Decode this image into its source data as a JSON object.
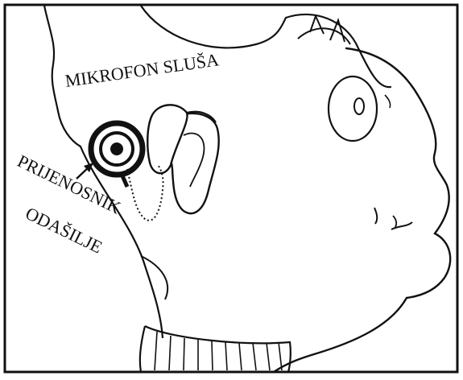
{
  "labels": {
    "microphone": "MIKROFON SLUŠA",
    "transmitter_line1": "PRIJENOSNIK",
    "transmitter_line2": "ODAŠILJE"
  },
  "colors": {
    "ink": "#111111",
    "background": "#ffffff"
  }
}
